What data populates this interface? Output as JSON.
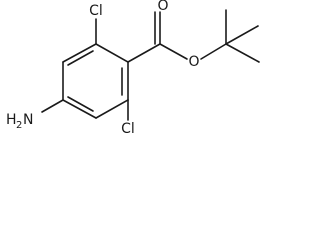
{
  "atoms": {
    "cl_top": "Cl",
    "cl_bottom": "Cl",
    "oxygen_ester": "O",
    "oxygen_carbonyl": "O",
    "amine_n": "N",
    "amine_h": "H",
    "amine_h_count": "2"
  }
}
